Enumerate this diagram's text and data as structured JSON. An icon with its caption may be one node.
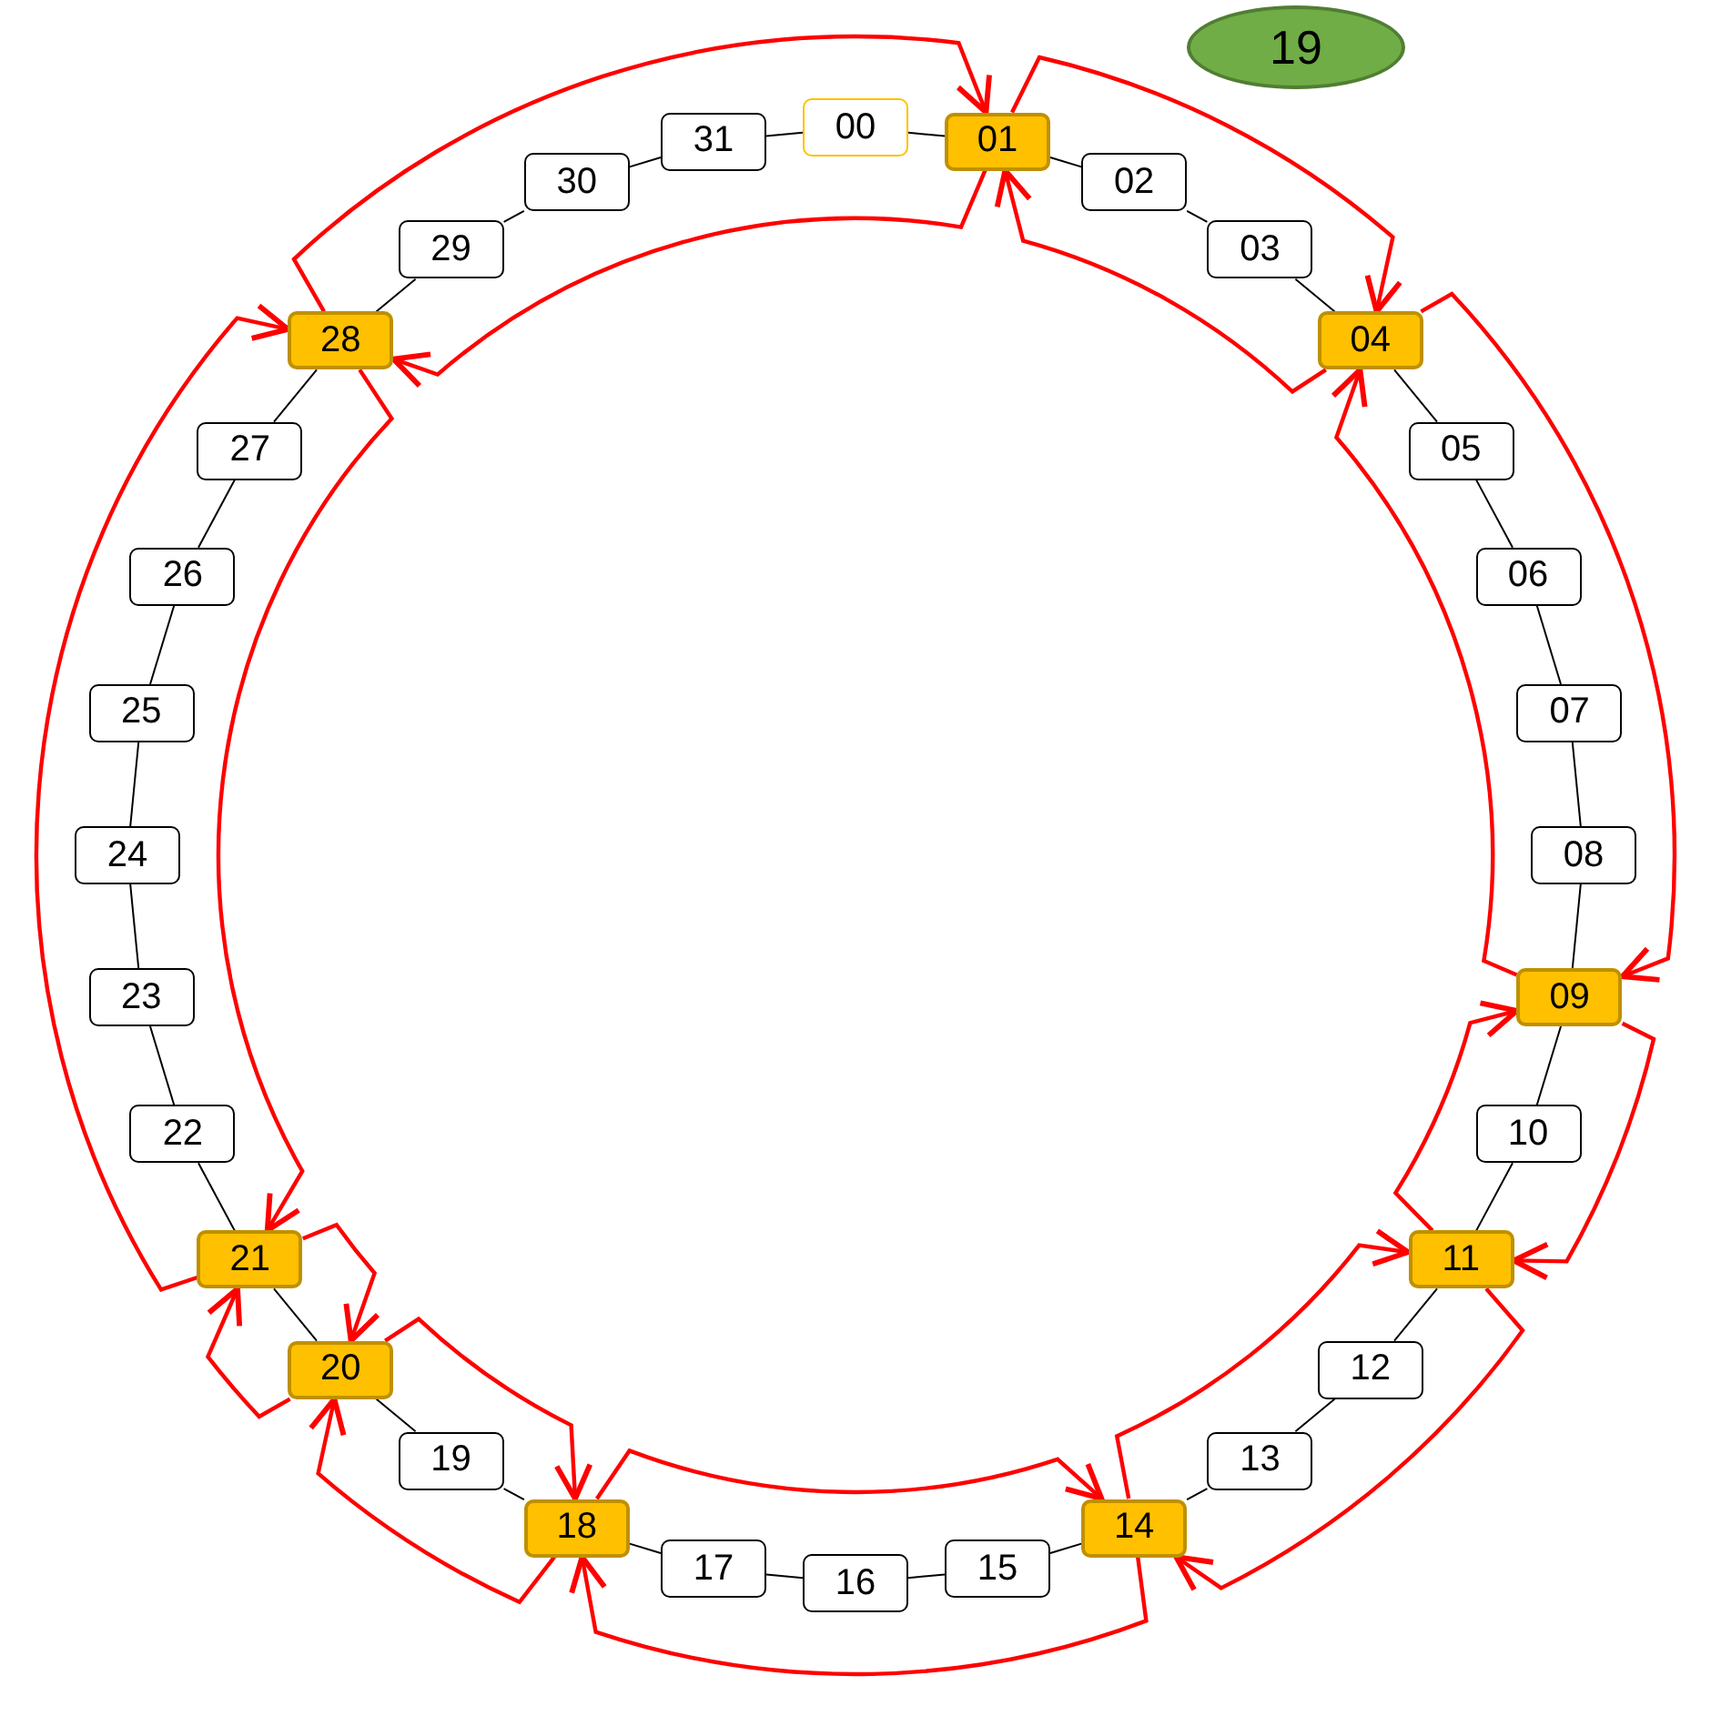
{
  "diagram": {
    "nodes": [
      {
        "text": [
          "00"
        ]
      },
      {
        "text": [
          "01"
        ]
      },
      {
        "text": [
          "02"
        ]
      },
      {
        "text": [
          "03"
        ]
      },
      {
        "text": [
          "04"
        ]
      },
      {
        "text": [
          "05"
        ]
      },
      {
        "text": [
          "06"
        ]
      },
      {
        "text": [
          "07"
        ]
      },
      {
        "text": [
          "08"
        ]
      },
      {
        "text": [
          "09"
        ]
      },
      {
        "text": [
          "10"
        ]
      },
      {
        "text": [
          "11"
        ]
      },
      {
        "text": [
          "12"
        ]
      },
      {
        "text": [
          "13"
        ]
      },
      {
        "text": [
          "14"
        ]
      },
      {
        "text": [
          "15"
        ]
      },
      {
        "text": [
          "16"
        ]
      },
      {
        "text": [
          "17"
        ]
      },
      {
        "text": [
          "18"
        ]
      },
      {
        "text": [
          "19"
        ]
      },
      {
        "text": [
          "20"
        ]
      },
      {
        "text": [
          "21"
        ]
      },
      {
        "text": [
          "22"
        ]
      },
      {
        "text": [
          "23"
        ]
      },
      {
        "text": [
          "24"
        ]
      },
      {
        "text": [
          "25"
        ]
      },
      {
        "text": [
          "26"
        ]
      },
      {
        "text": [
          "27"
        ]
      },
      {
        "text": [
          "28"
        ]
      },
      {
        "text": [
          "29"
        ]
      },
      {
        "text": [
          "30"
        ]
      },
      {
        "text": [
          "31"
        ]
      },
      {
        "text": [
          "19"
        ]
      }
    ],
    "edges": [
      {
        "from": 0,
        "to": 1,
        "arrow": "none"
      },
      {
        "from": 1,
        "to": 2,
        "arrow": "none"
      },
      {
        "from": 2,
        "to": 3,
        "arrow": "none"
      },
      {
        "from": 3,
        "to": 4,
        "arrow": "none"
      },
      {
        "from": 4,
        "to": 5,
        "arrow": "none"
      },
      {
        "from": 5,
        "to": 6,
        "arrow": "none"
      },
      {
        "from": 6,
        "to": 7,
        "arrow": "none"
      },
      {
        "from": 7,
        "to": 8,
        "arrow": "none"
      },
      {
        "from": 8,
        "to": 9,
        "arrow": "none"
      },
      {
        "from": 9,
        "to": 10,
        "arrow": "none"
      },
      {
        "from": 10,
        "to": 11,
        "arrow": "none"
      },
      {
        "from": 11,
        "to": 12,
        "arrow": "none"
      },
      {
        "from": 12,
        "to": 13,
        "arrow": "none"
      },
      {
        "from": 13,
        "to": 14,
        "arrow": "none"
      },
      {
        "from": 14,
        "to": 15,
        "arrow": "none"
      },
      {
        "from": 15,
        "to": 16,
        "arrow": "none"
      },
      {
        "from": 16,
        "to": 17,
        "arrow": "none"
      },
      {
        "from": 17,
        "to": 18,
        "arrow": "none"
      },
      {
        "from": 18,
        "to": 19,
        "arrow": "none"
      },
      {
        "from": 19,
        "to": 20,
        "arrow": "none"
      },
      {
        "from": 20,
        "to": 21,
        "arrow": "none"
      },
      {
        "from": 21,
        "to": 22,
        "arrow": "none"
      },
      {
        "from": 22,
        "to": 23,
        "arrow": "none"
      },
      {
        "from": 23,
        "to": 24,
        "arrow": "none"
      },
      {
        "from": 24,
        "to": 25,
        "arrow": "none"
      },
      {
        "from": 25,
        "to": 26,
        "arrow": "none"
      },
      {
        "from": 26,
        "to": 27,
        "arrow": "none"
      },
      {
        "from": 27,
        "to": 28,
        "arrow": "none"
      },
      {
        "from": 28,
        "to": 29,
        "arrow": "none"
      },
      {
        "from": 29,
        "to": 30,
        "arrow": "none"
      },
      {
        "from": 30,
        "to": 31,
        "arrow": "none"
      },
      {
        "from": 31,
        "to": 0,
        "arrow": "none"
      },
      {
        "from": 28,
        "to": 1,
        "arrow": "to",
        "color": "#ff0000"
      },
      {
        "from": 1,
        "to": 4,
        "arrow": "to",
        "color": "#ff0000"
      },
      {
        "from": 4,
        "to": 9,
        "arrow": "to",
        "color": "#ff0000"
      },
      {
        "from": 9,
        "to": 11,
        "arrow": "to",
        "color": "#ff0000"
      },
      {
        "from": 11,
        "to": 14,
        "arrow": "to",
        "color": "#ff0000"
      },
      {
        "from": 14,
        "to": 18,
        "arrow": "to",
        "color": "#ff0000"
      },
      {
        "from": 18,
        "to": 20,
        "arrow": "to",
        "color": "#ff0000"
      },
      {
        "from": 20,
        "to": 21,
        "arrow": "to",
        "color": "#ff0000"
      },
      {
        "from": 21,
        "to": 28,
        "arrow": "to",
        "color": "#ff0000"
      },
      {
        "from": 1,
        "to": 28,
        "arrow": "to",
        "color": "#ff0000"
      },
      {
        "from": 4,
        "to": 1,
        "arrow": "to",
        "color": "#ff0000"
      },
      {
        "from": 9,
        "to": 4,
        "arrow": "to",
        "color": "#ff0000"
      },
      {
        "from": 11,
        "to": 9,
        "arrow": "to",
        "color": "#ff0000"
      },
      {
        "from": 14,
        "to": 11,
        "arrow": "to",
        "color": "#ff0000"
      },
      {
        "from": 18,
        "to": 14,
        "arrow": "to",
        "color": "#ff0000"
      },
      {
        "from": 20,
        "to": 18,
        "arrow": "to",
        "color": "#ff0000"
      },
      {
        "from": 21,
        "to": 20,
        "arrow": "to",
        "color": "#ff0000"
      },
      {
        "from": 28,
        "to": 21,
        "arrow": "to",
        "color": "#ff0000"
      }
    ]
  }
}
